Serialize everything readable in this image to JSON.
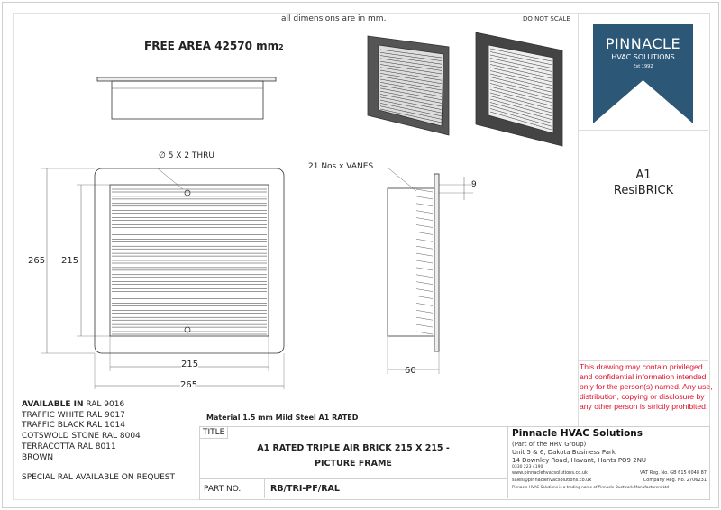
{
  "header": {
    "dimensions_note": "all dimensions are in mm.",
    "scale_note": "DO NOT SCALE"
  },
  "free_area": {
    "label": "FREE AREA 42570 mm",
    "sub": "2"
  },
  "annotations": {
    "hole": "∅ 5 X 2 THRU",
    "vanes": "21 Nos x VANES",
    "dim_265_v": "265",
    "dim_215_v": "215",
    "dim_215_h": "215",
    "dim_265_h": "265",
    "dim_9": "9",
    "dim_60": "60"
  },
  "logo": {
    "name": "PINNACLE",
    "sub": "HVAC SOLUTIONS",
    "est": "Est 1992",
    "color": "#2d5777"
  },
  "product": {
    "code": "A1",
    "name": "ResiBRICK"
  },
  "disclaimer": "This drawing may contain privileged and confidential information intended only for the person(s) named. Any use, distribution, copying or disclosure by any other person is strictly prohibited.",
  "availability": {
    "heading": "AVAILABLE IN",
    "first": "RAL 9016",
    "lines": [
      "TRAFFIC WHITE RAL 9017",
      "TRAFFIC BLACK RAL 1014",
      "COTSWOLD STONE RAL 8004",
      "TERRACOTTA RAL 8011",
      "BROWN"
    ],
    "special": "SPECIAL RAL AVAILABLE ON REQUEST"
  },
  "material": "Material 1.5 mm Mild Steel A1 RATED",
  "title_block": {
    "title_label": "TITLE",
    "title_line1": "A1 RATED TRIPLE AIR BRICK 215 X 215 -",
    "title_line2": "PICTURE FRAME",
    "part_label": "PART NO.",
    "part_no": "RB/TRI-PF/RAL"
  },
  "company": {
    "name": "Pinnacle HVAC Solutions",
    "group": "(Part of the HRV Group)",
    "addr1": "Unit 5 & 6, Dakota Business Park",
    "addr2": "14 Downley Road, Havant, Hants PO9 2NU",
    "phone": "0330 223 4190",
    "web": "www.pinnaclehvacsolutions.co.uk",
    "email": "sales@pinnaclehvacsolutions.co.uk",
    "vat": "VAT Reg. No. GB 615 0048 87",
    "company_reg": "Company Reg. No. 2706231",
    "trading": "Pinnacle HVAC Solutions is a trading name of Pinnacle Ductwork Manufacturers Ltd"
  }
}
